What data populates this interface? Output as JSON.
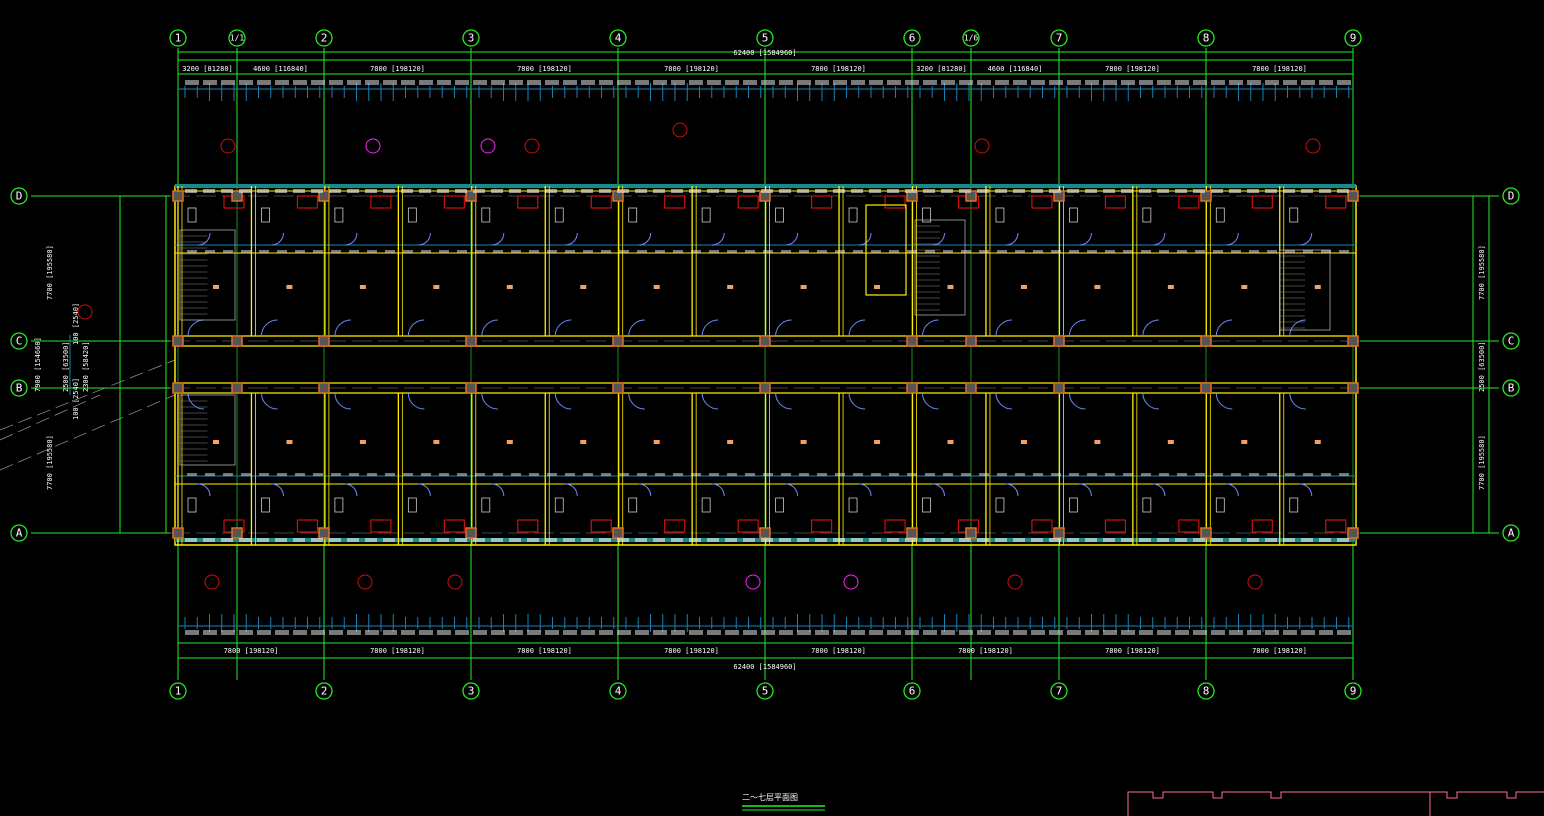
{
  "drawing_title": "二～七层平面图",
  "colors": {
    "axis": "#22ee22",
    "wall": "#ffee00",
    "dim": "#1a7fb5",
    "column": "#e07020",
    "red": "#cc1010",
    "magenta": "#ff22ff",
    "grid": "#888888",
    "frame": "#ff66aa"
  },
  "column_axes": [
    "1",
    "1/1",
    "2",
    "3",
    "4",
    "5",
    "6",
    "1/6",
    "7",
    "8",
    "9"
  ],
  "row_axes": [
    "D",
    "C",
    "B",
    "A"
  ],
  "top_dims": [
    "3200 [81280]",
    "4600 [116840]",
    "7800 [198120]",
    "7800 [198120]",
    "7800 [198120]",
    "7800 [198120]",
    "3200 [81280]",
    "4600 [116840]",
    "7800 [198120]",
    "7800 [198120]"
  ],
  "top_total": "62400 [1584960]",
  "bottom_dims": [
    "7800 [198120]",
    "7800 [198120]",
    "7800 [198120]",
    "7800 [198120]",
    "7800 [198120]",
    "7800 [198120]",
    "7800 [198120]",
    "7800 [198120]"
  ],
  "bottom_total": "62400 [1584960]",
  "left_dims": {
    "dc": "7700 [195580]",
    "cb": "2500 [63500]",
    "ba": "7700 [195580]",
    "cb_total": "7900 [154660]",
    "corridor": "2300 [58420]",
    "off_top": "100 [2540]",
    "off_bot": "100 [2540]"
  },
  "right_dims": {
    "dc": "7700 [195580]",
    "cb": "2500 [63500]",
    "ba": "7700 [195580]"
  }
}
